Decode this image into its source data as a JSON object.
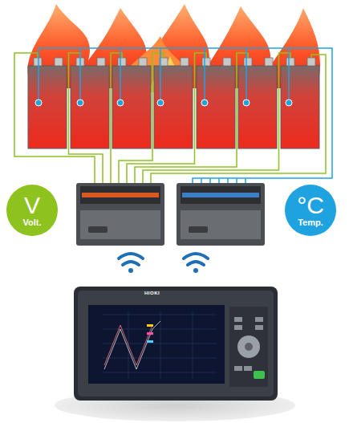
{
  "diagram": {
    "nodes": [
      {
        "text": [
          "V",
          "Volt."
        ]
      },
      {
        "text": [
          "°C",
          "Temp."
        ]
      }
    ],
    "labels": [
      "HIOKI"
    ]
  }
}
